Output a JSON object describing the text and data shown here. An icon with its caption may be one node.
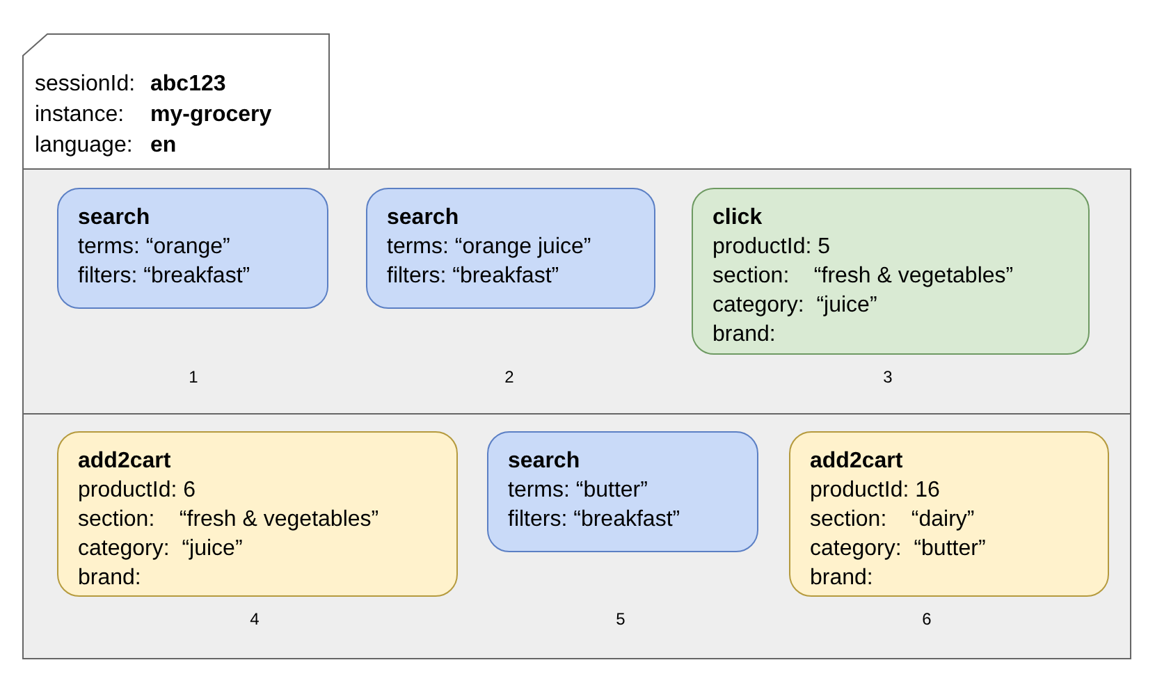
{
  "diagram": {
    "nodes": [
      {
        "text": [
          "sessionId:",
          "abc123",
          "instance:",
          "my-grocery",
          "language:",
          "en"
        ]
      },
      {
        "text": [],
        "shape": "box"
      },
      {
        "text": [
          "search",
          "terms: “orange”",
          "filters: “breakfast”"
        ],
        "in": 1,
        "beside": [
          "1"
        ]
      },
      {
        "text": [
          "search",
          "terms: “orange juice”",
          "filters: “breakfast”"
        ],
        "in": 1,
        "beside": [
          "2"
        ]
      },
      {
        "text": [
          "click",
          "productId: 5",
          "section:    “fresh & vegetables”",
          "category:  “juice”",
          "brand:"
        ],
        "in": 1,
        "beside": [
          "3"
        ]
      },
      {
        "text": [],
        "shape": "box"
      },
      {
        "text": [
          "add2cart",
          "productId: 6",
          "section:    “fresh & vegetables”",
          "category:  “juice”",
          "brand:"
        ],
        "in": 5,
        "beside": [
          "4"
        ]
      },
      {
        "text": [
          "search",
          "terms: “butter”",
          "filters: “breakfast”"
        ],
        "in": 5,
        "beside": [
          "5"
        ]
      },
      {
        "text": [
          "add2cart",
          "productId: 16",
          "section:    “dairy”",
          "category:  “butter”",
          "brand:"
        ],
        "in": 5,
        "beside": [
          "6"
        ]
      }
    ]
  }
}
